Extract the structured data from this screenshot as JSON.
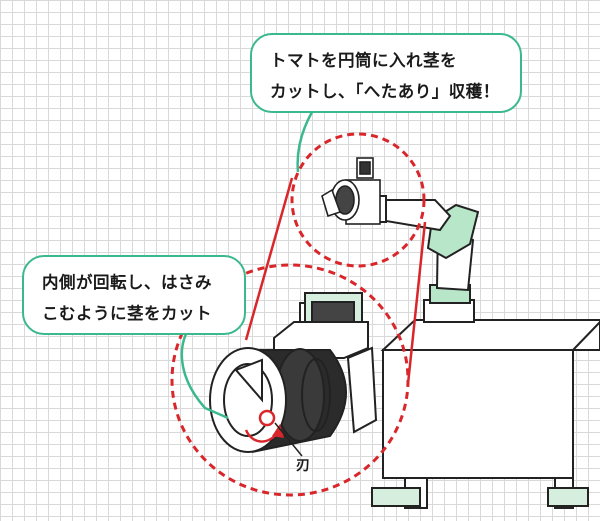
{
  "callouts": {
    "top": {
      "line1": "トマトを円筒に入れ茎を",
      "line2": "カットし、「へたあり」収穫！"
    },
    "left": {
      "line1": "内側が回転し、はさみ",
      "line2": "こむように茎をカット"
    }
  },
  "labels": {
    "blade": "刃"
  },
  "colors": {
    "callout_border": "#3cb88e",
    "highlight_dash": "#d9262b",
    "arm_accent": "#b8e6c8",
    "line": "#222222"
  }
}
